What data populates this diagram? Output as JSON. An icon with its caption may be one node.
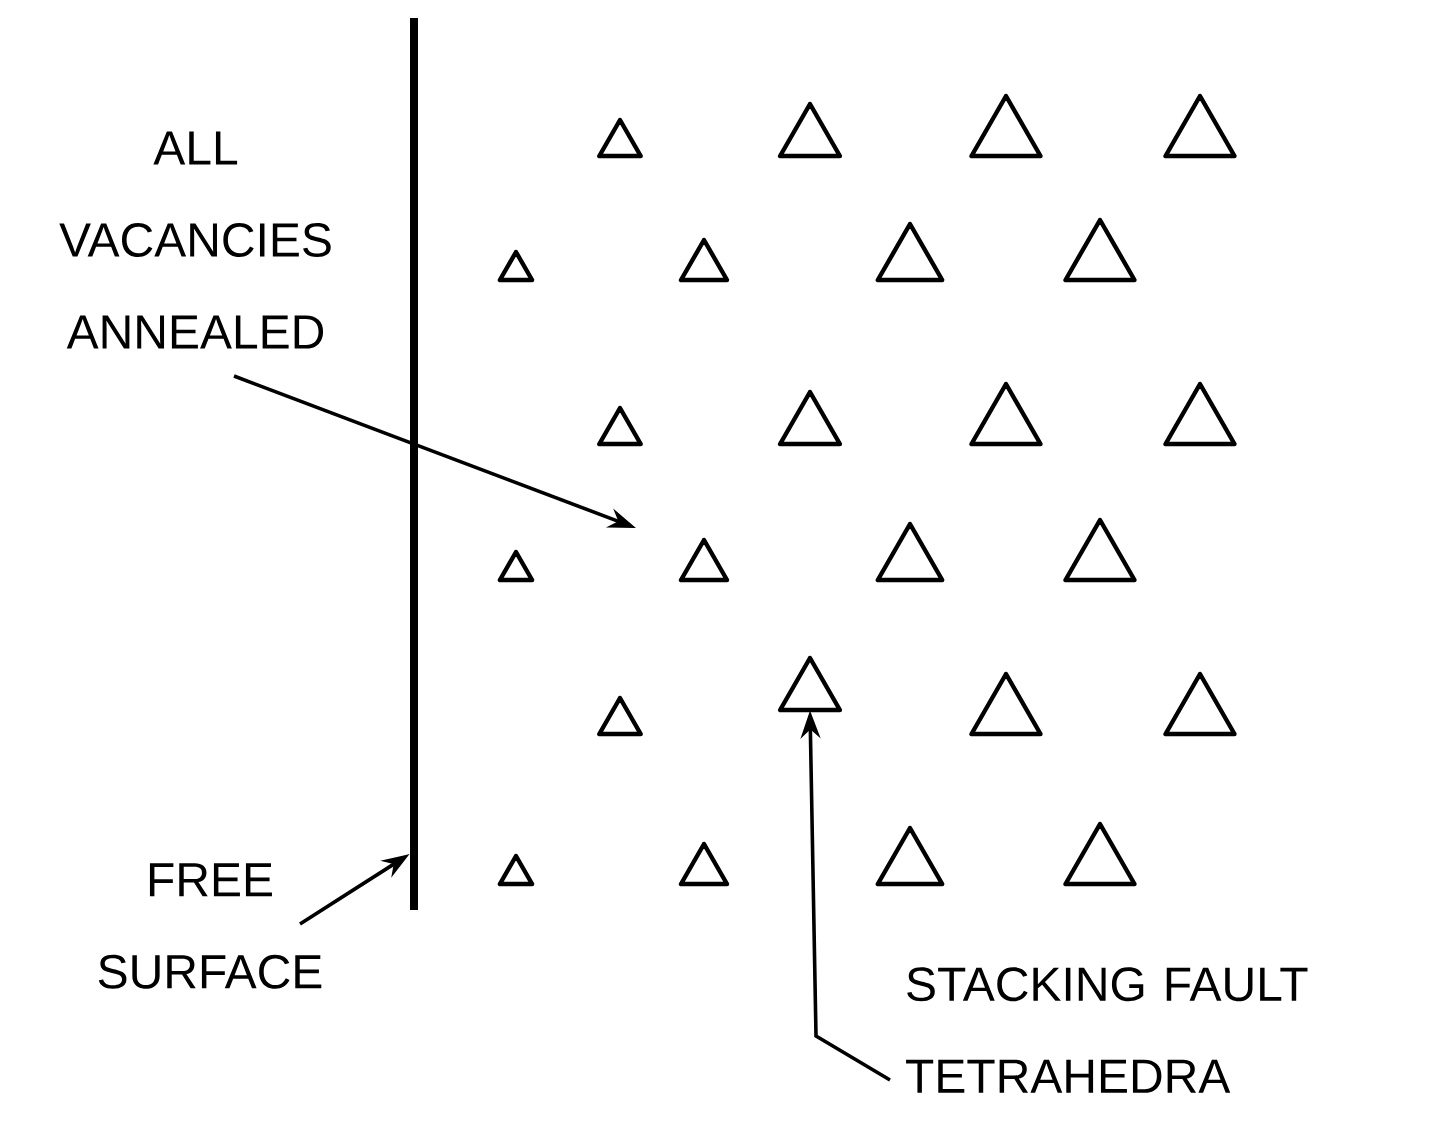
{
  "diagram": {
    "nodes": [
      {
        "text": [
          "ALL VACANCIES ANNEALED"
        ]
      },
      {
        "text": [],
        "shape": "bar"
      },
      {
        "text": [],
        "shape": "triangle"
      },
      {
        "text": [
          "FREE SURFACE"
        ]
      },
      {
        "text": [
          "STACKING FAULT TETRAHEDRA"
        ]
      }
    ],
    "edges": [
      {
        "from": 0,
        "to": null,
        "arrow": "to"
      },
      {
        "from": 3,
        "to": 1,
        "arrow": "to"
      },
      {
        "from": 4,
        "to": 2,
        "arrow": "to"
      }
    ]
  }
}
